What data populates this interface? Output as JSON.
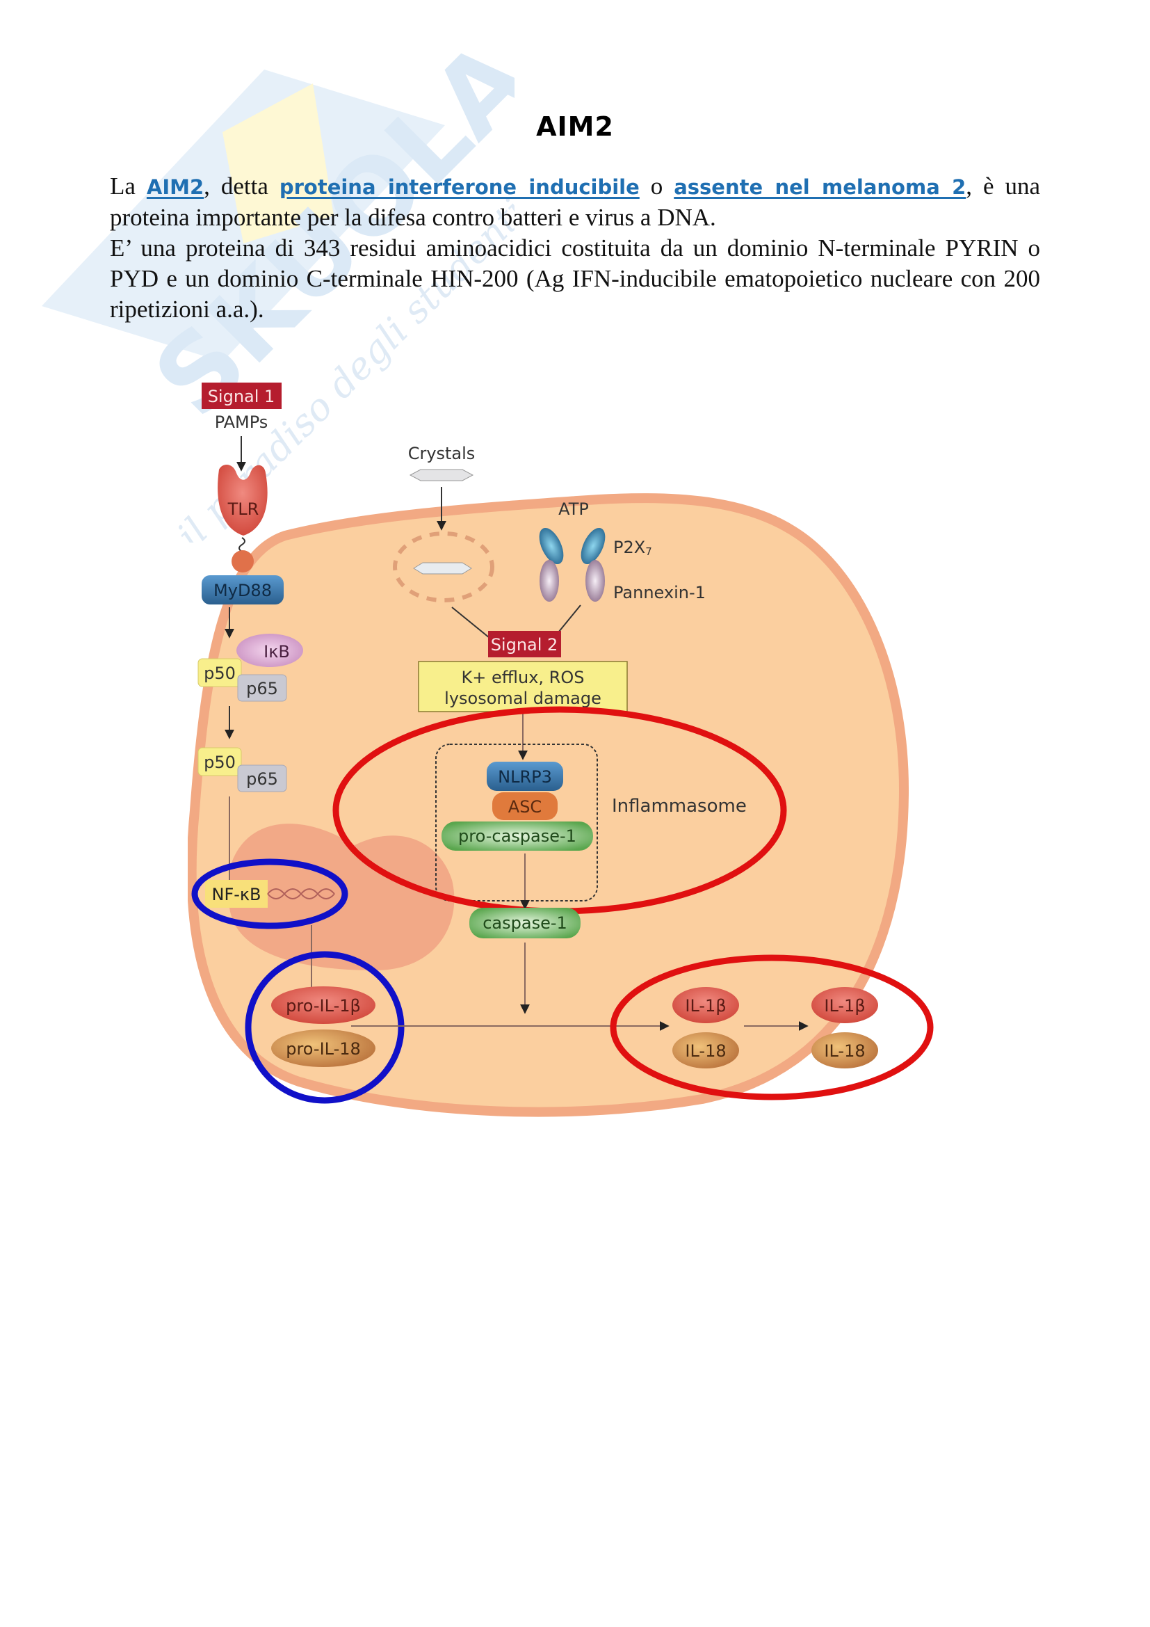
{
  "watermark": {
    "brand": "SKUOLA.net",
    "tagline": "il paradiso degli studenti",
    "colors": {
      "blue": "#dbeaf6",
      "yellow": "#fff7cc"
    }
  },
  "document": {
    "title": "AIM2",
    "paragraph1": {
      "prefix": "La ",
      "link1": "AIM2",
      "mid1": ", detta ",
      "link2": "proteina interferone inducibile",
      "mid2": " o ",
      "link3": "assente nel melanoma 2",
      "suffix": ", è una proteina importante per la difesa contro batteri e virus a DNA."
    },
    "paragraph2": "E’ una proteina di 343 residui aminoacidici costituita da un dominio N-terminale PYRIN o PYD e un dominio C-terminale HIN-200 (Ag IFN-inducibile ematopoietico nucleare con 200 ripetizioni a.a.).",
    "link_color": "#1f6fb2"
  },
  "figure": {
    "signal1": "Signal 1",
    "pamps": "PAMPs",
    "tlr": "TLR",
    "myd88": "MyD88",
    "ikb": "IκB",
    "p50": "p50",
    "p65": "p65",
    "nfkb": "NF-κB",
    "crystals": "Crystals",
    "atp": "ATP",
    "p2x7": "P2X",
    "p2x7_sub": "7",
    "pannexin": "Pannexin-1",
    "signal2": "Signal 2",
    "stress_line1": "K+ efflux, ROS",
    "stress_line2": "lysosomal damage",
    "nlrp3": "NLRP3",
    "asc": "ASC",
    "procaspase": "pro-caspase-1",
    "inflammasome": "Inflammasome",
    "caspase": "caspase-1",
    "pro_il1b": "pro-IL-1β",
    "pro_il18": "pro-IL-18",
    "il1b": "IL-1β",
    "il18": "IL-18",
    "colors": {
      "cell": "#fbcf9f",
      "cell_border": "#f2a983",
      "signal_box": "#b51d2e",
      "highlight_red": "#e01010",
      "highlight_blue": "#1010c8",
      "yellow_box": "#f8ef8c",
      "myd88": "#3f6f9a",
      "nlrp3": "#2f7fc0",
      "asc": "#e07a3c",
      "green": "#7fc074"
    }
  }
}
